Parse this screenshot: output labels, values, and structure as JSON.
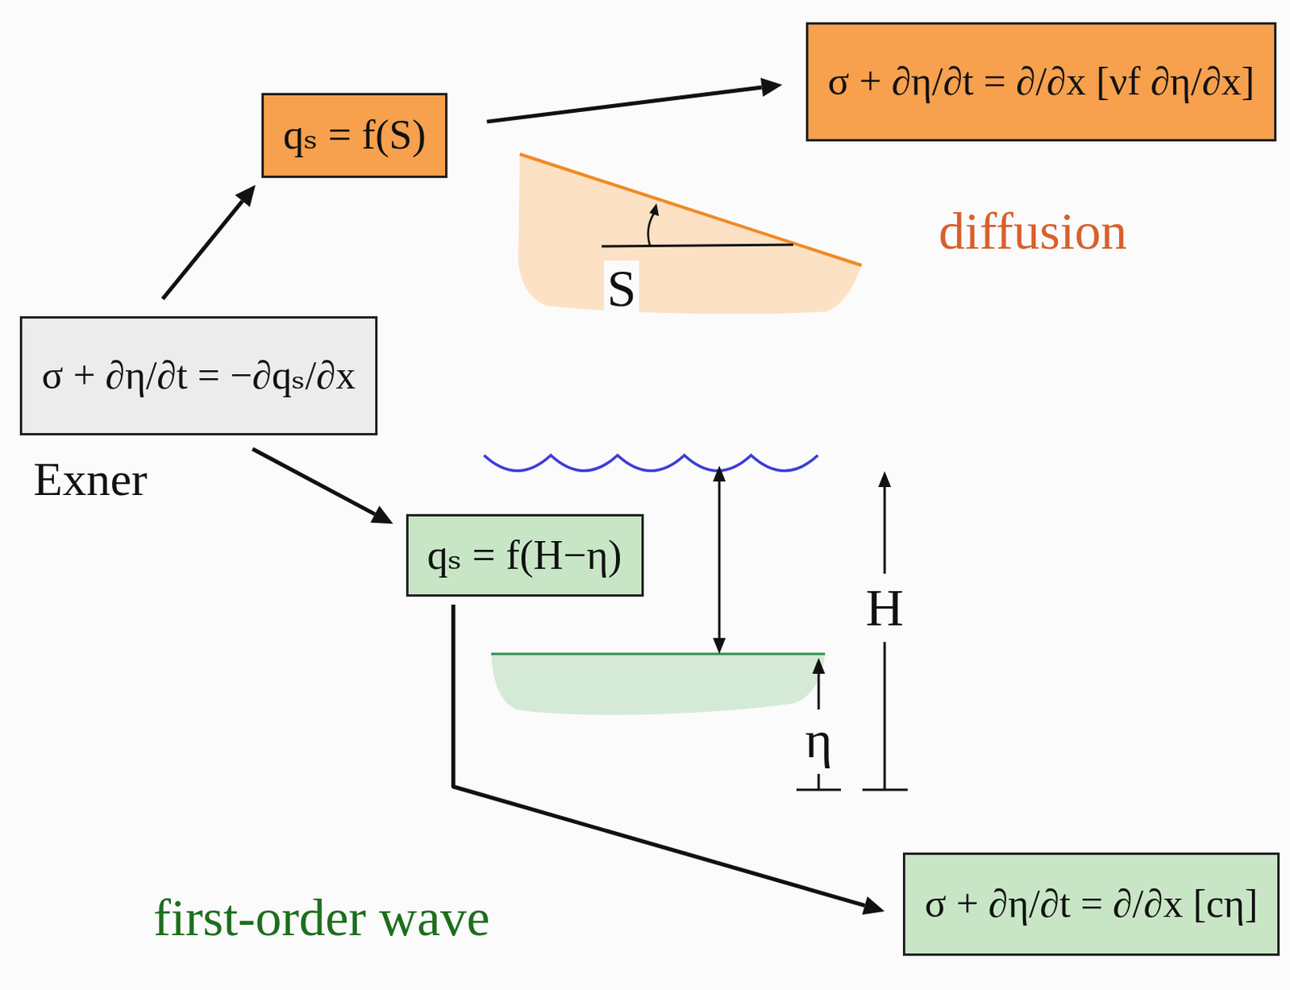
{
  "diagram": {
    "nodes": [
      {
        "text": [
          "qₛ = f(S)"
        ]
      },
      {
        "text": [
          "σ + ∂η/∂t = ∂/∂x [νf ∂η/∂x]"
        ]
      },
      {
        "text": [
          "σ + ∂η/∂t = −∂qₛ/∂x",
          "Exner"
        ]
      },
      {
        "text": [
          "qₛ = f(H−η)"
        ]
      },
      {
        "text": [
          "σ + ∂η/∂t = ∂/∂x [cη]"
        ]
      }
    ],
    "edges": [
      {
        "from": 2,
        "to": 0,
        "arrow": "to"
      },
      {
        "from": 0,
        "to": 1,
        "arrow": "to"
      },
      {
        "from": 2,
        "to": 3,
        "arrow": "to"
      },
      {
        "from": 3,
        "to": 4,
        "arrow": "to"
      }
    ],
    "labels": [
      "diffusion",
      "S",
      "H",
      "η",
      "first-order wave"
    ]
  }
}
